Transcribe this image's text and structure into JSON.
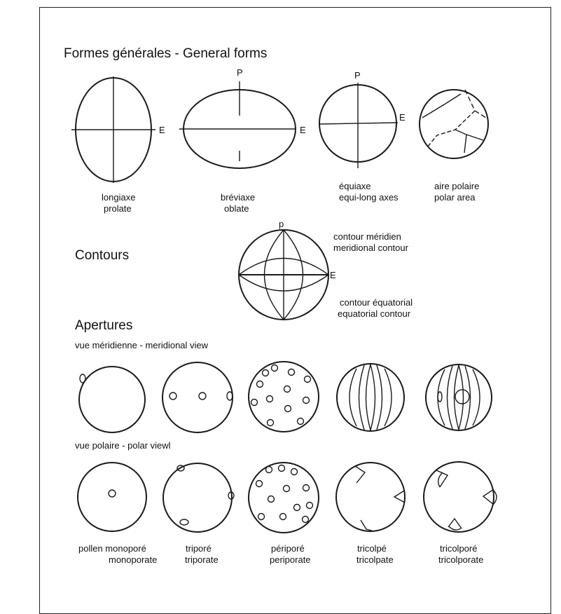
{
  "headings": {
    "general_forms": "Formes générales - General forms",
    "contours": "Contours",
    "apertures": "Apertures",
    "meridional_view": "vue méridienne - meridional view",
    "polar_view": "vue polaire - polar viewl"
  },
  "axis_labels": {
    "pole": "P",
    "pole_lower": "p",
    "equator": "E"
  },
  "general_forms": [
    {
      "line1": "longiaxe",
      "line2": "prolate"
    },
    {
      "line1": "bréviaxe",
      "line2": "oblate"
    },
    {
      "line1": "équiaxe",
      "line2": "equi-long axes"
    },
    {
      "line1": "aire polaire",
      "line2": "polar area"
    }
  ],
  "contour_labels": {
    "meridional_fr": "contour méridien",
    "meridional_en": "meridional contour",
    "equatorial_fr": "contour équatorial",
    "equatorial_en": "equatorial contour"
  },
  "aperture_types": [
    {
      "line1": "pollen monoporé",
      "line2": "monoporate"
    },
    {
      "line1": "triporé",
      "line2": "triporate"
    },
    {
      "line1": "périporé",
      "line2": "periporate"
    },
    {
      "line1": "tricolpé",
      "line2": "tricolpate"
    },
    {
      "line1": "tricolporé",
      "line2": "tricolporate"
    }
  ]
}
